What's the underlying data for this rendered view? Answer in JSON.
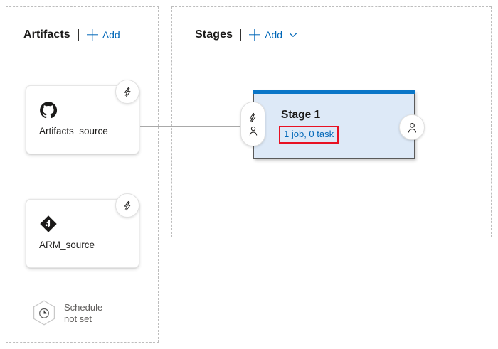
{
  "artifacts_panel": {
    "title": "Artifacts",
    "add_label": "Add",
    "plus_icon": "plus-icon",
    "items": [
      {
        "label": "Artifacts_source",
        "icon": "github-icon",
        "trigger_icon": "lightning-bolt-icon"
      },
      {
        "label": "ARM_source",
        "icon": "azure-repos-git-icon",
        "trigger_icon": "lightning-bolt-icon"
      }
    ],
    "schedule": {
      "icon": "clock-hexagon-icon",
      "line1": "Schedule",
      "line2": "not set"
    }
  },
  "stages_panel": {
    "title": "Stages",
    "add_label": "Add",
    "plus_icon": "plus-icon",
    "chevron_icon": "chevron-down-icon",
    "stages": [
      {
        "name": "Stage 1",
        "summary": "1 job, 0 task",
        "pre_deployment_icons": [
          "lightning-bolt-icon",
          "person-icon"
        ],
        "post_deployment_icons": [
          "person-icon"
        ],
        "highlighted": true
      }
    ]
  },
  "colors": {
    "accent_blue": "#0067b8",
    "stage_top_bar": "#0a76c8",
    "stage_fill": "#dde9f7",
    "highlight_red": "#e81123",
    "panel_dashed": "#bdbdbd",
    "muted_text": "#605e5c"
  }
}
